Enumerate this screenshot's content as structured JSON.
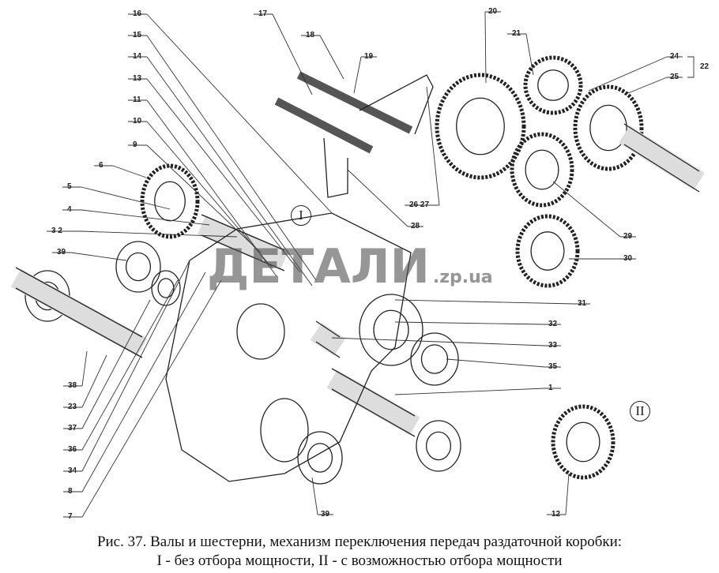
{
  "figure": {
    "caption_line1": "Рис. 37. Валы и шестерни, механизм переключения передач раздаточной коробки:",
    "caption_line2": "I - без отбора мощности, II - с возможностью отбора мощности",
    "roman_labels": [
      "I",
      "II"
    ],
    "watermark": "ДЕТАЛИ.zp.ua",
    "part_labels": [
      "16",
      "17",
      "18",
      "19",
      "15",
      "14",
      "13",
      "11",
      "10",
      "9",
      "6",
      "5",
      "4",
      "3  2",
      "39",
      "20",
      "21",
      "24",
      "25",
      "22",
      "26  27",
      "28",
      "29",
      "30",
      "31",
      "32",
      "33",
      "35",
      "1",
      "38",
      "23",
      "37",
      "36",
      "34",
      "8",
      "7",
      "39",
      "12"
    ]
  }
}
